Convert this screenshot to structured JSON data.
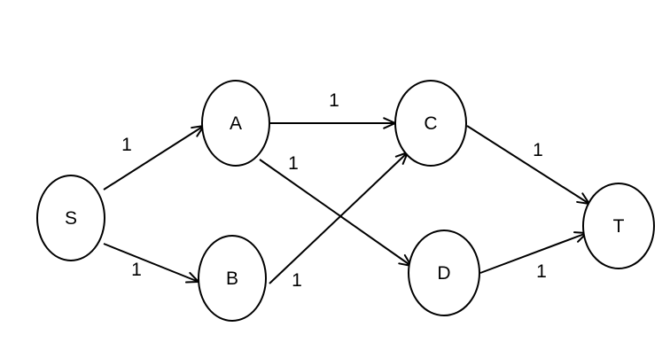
{
  "graph": {
    "nodes": [
      {
        "id": "S",
        "label": "S"
      },
      {
        "id": "A",
        "label": "A"
      },
      {
        "id": "B",
        "label": "B"
      },
      {
        "id": "C",
        "label": "C"
      },
      {
        "id": "D",
        "label": "D"
      },
      {
        "id": "T",
        "label": "T"
      }
    ],
    "edges": [
      {
        "from": "S",
        "to": "A",
        "weight": "1"
      },
      {
        "from": "S",
        "to": "B",
        "weight": "1"
      },
      {
        "from": "A",
        "to": "C",
        "weight": "1"
      },
      {
        "from": "A",
        "to": "D",
        "weight": "1"
      },
      {
        "from": "B",
        "to": "C",
        "weight": "1"
      },
      {
        "from": "C",
        "to": "T",
        "weight": "1"
      },
      {
        "from": "D",
        "to": "T",
        "weight": "1"
      }
    ]
  }
}
